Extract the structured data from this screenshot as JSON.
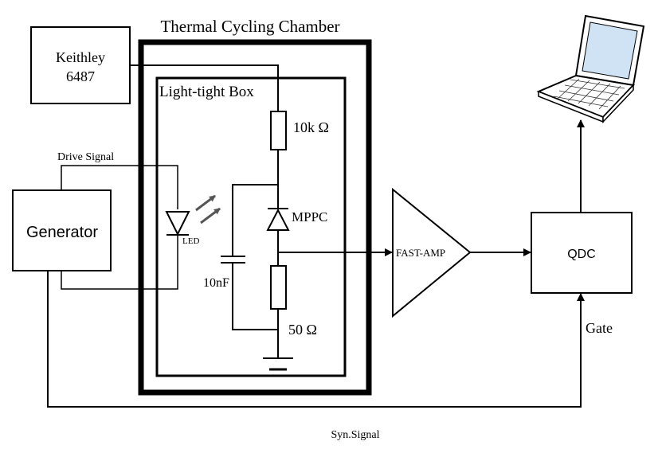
{
  "chamber": {
    "title": "Thermal Cycling Chamber"
  },
  "light_box": {
    "title": "Light-tight Box"
  },
  "keithley": {
    "line1": "Keithley",
    "line2": "6487"
  },
  "generator": {
    "label": "Generator"
  },
  "qdc": {
    "label": "QDC"
  },
  "amp": {
    "label": "FAST-AMP"
  },
  "labels": {
    "drive_signal": "Drive Signal",
    "led": "LED",
    "resistor_top": "10k Ω",
    "mppc": "MPPC",
    "capacitor": "10nF",
    "resistor_bottom": "50 Ω",
    "gate": "Gate",
    "syn_signal": "Syn.Signal"
  },
  "colors": {
    "stroke": "#000000",
    "led_arrow": "#555555",
    "screen": "#cfe3f5"
  },
  "icons": {
    "computer": "laptop-icon"
  }
}
